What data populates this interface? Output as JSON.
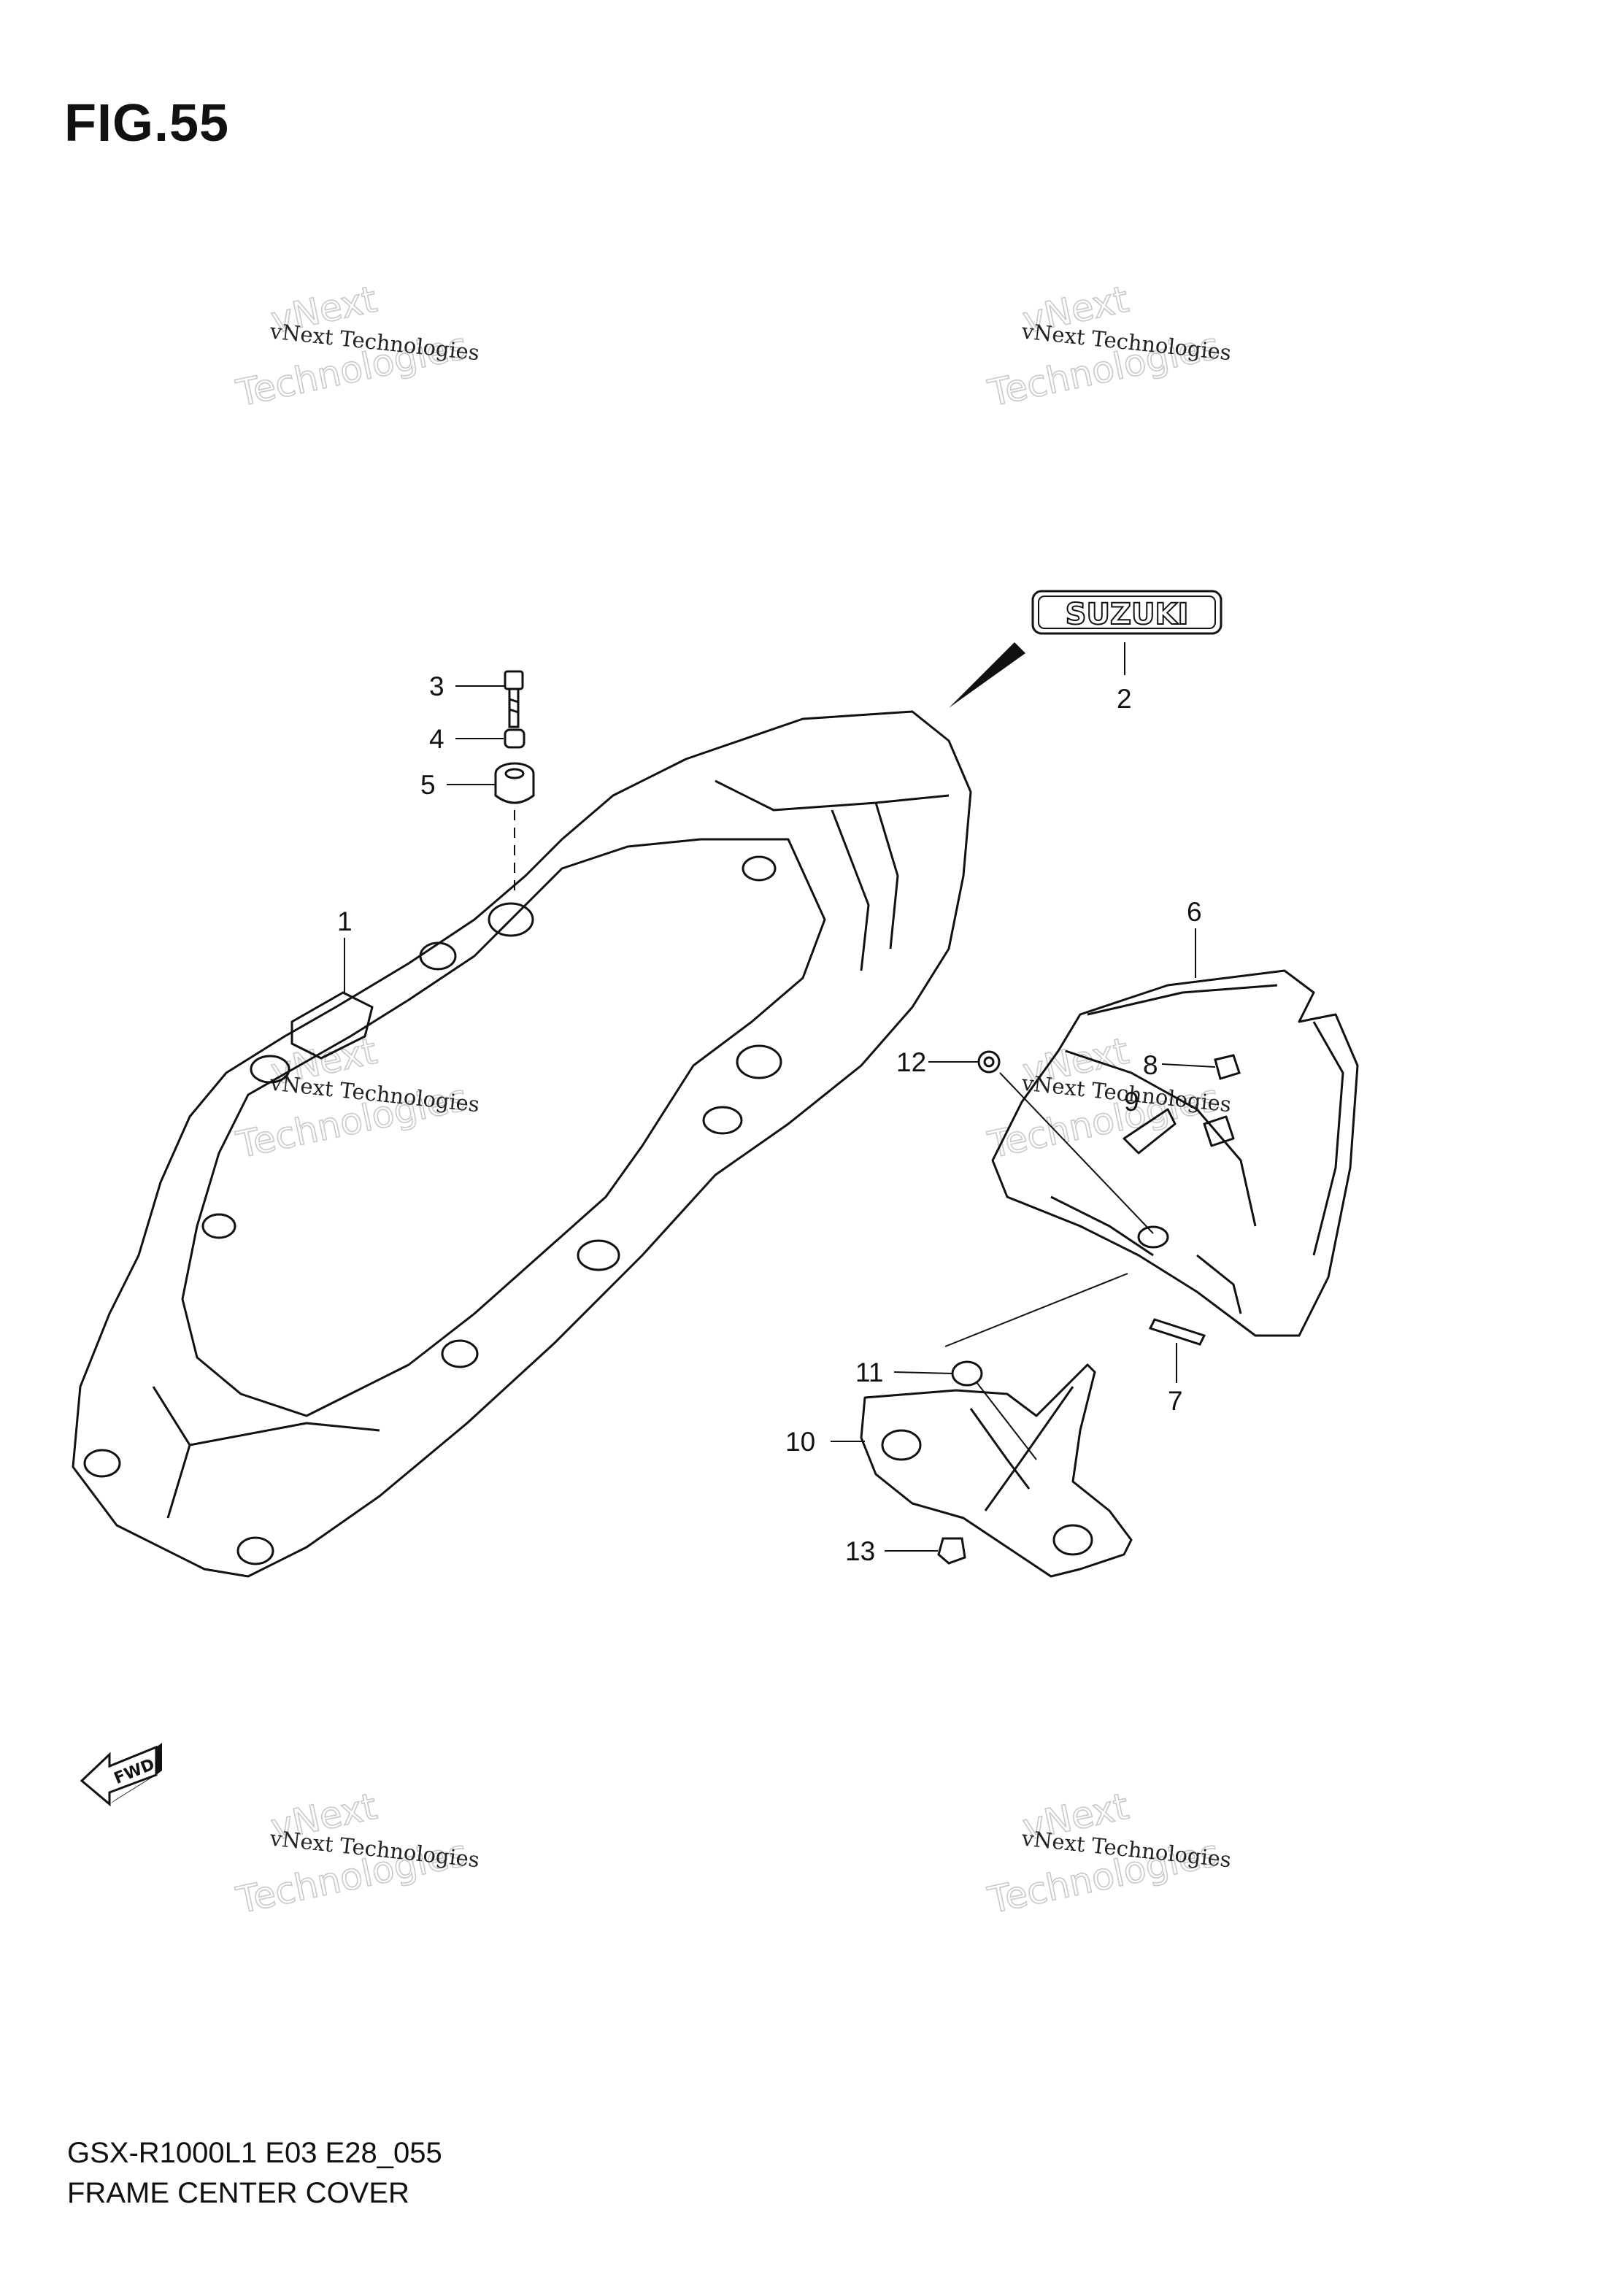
{
  "figure": {
    "title": "FIG.55",
    "footer_code": "GSX-R1000L1 E03 E28_055",
    "footer_name": "FRAME CENTER COVER"
  },
  "emblem_text": "SUZUKI",
  "fwd_text": "FWD",
  "watermark": {
    "line1": "vNext Technologies",
    "line2": "vNext",
    "line3": "Technologies"
  },
  "callouts": [
    "1",
    "2",
    "3",
    "4",
    "5",
    "6",
    "7",
    "8",
    "9",
    "10",
    "11",
    "12",
    "13"
  ]
}
